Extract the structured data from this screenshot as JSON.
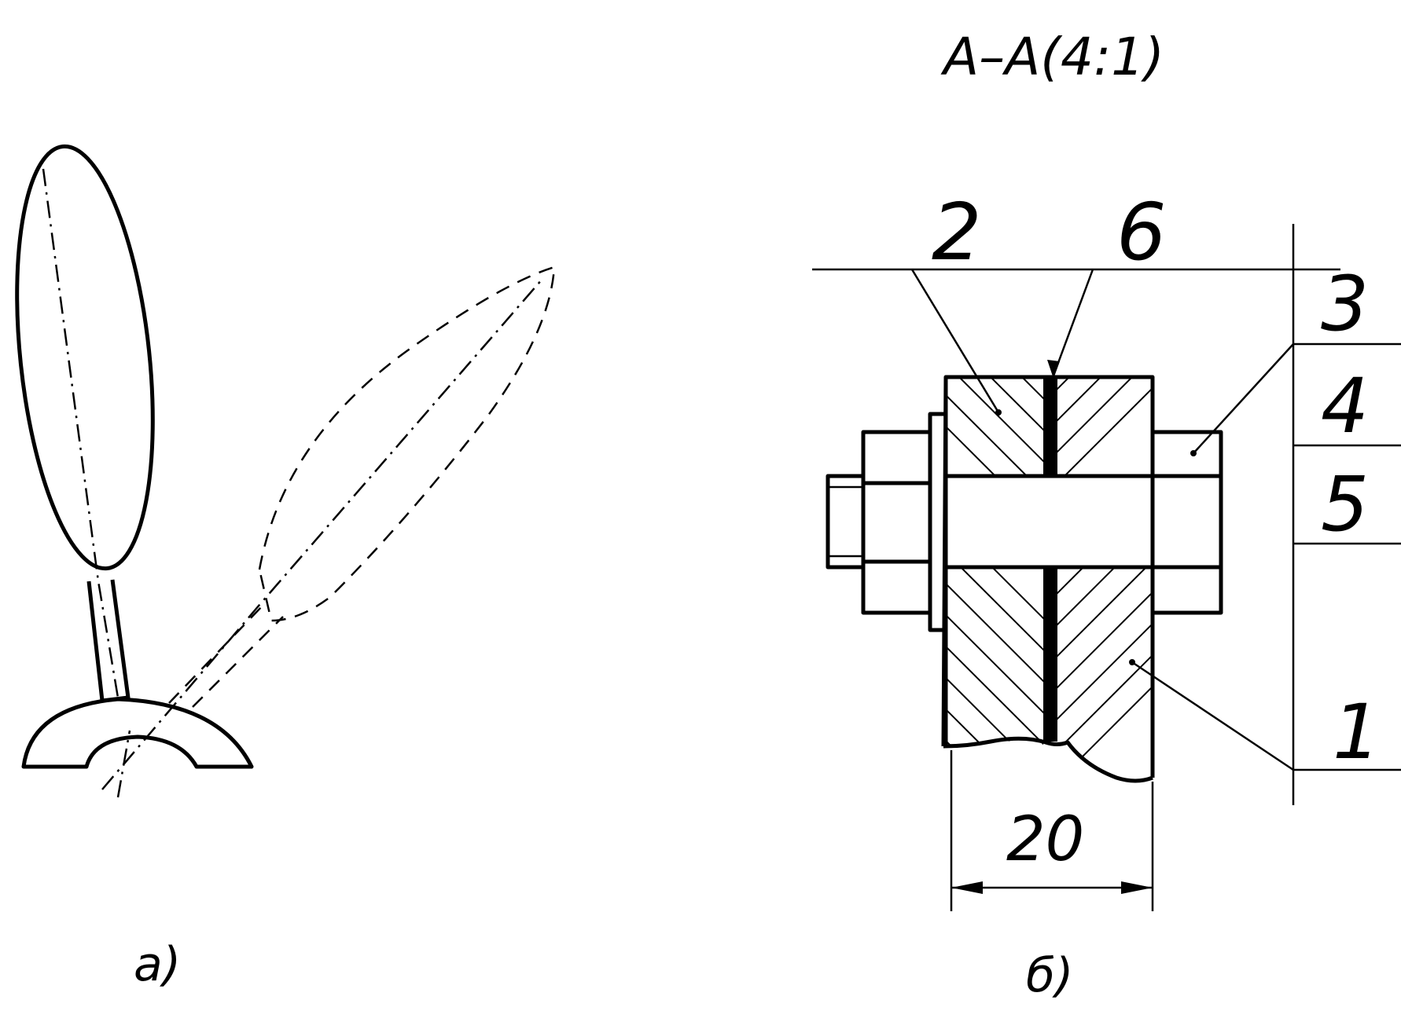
{
  "section_title": "A–A(4:1)",
  "figure_a_label": "a)",
  "figure_b_label": "б)",
  "callouts": {
    "part1": "1",
    "part2": "2",
    "part3": "3",
    "part4": "4",
    "part5": "5",
    "part6": "6"
  },
  "dimension_value": "20"
}
